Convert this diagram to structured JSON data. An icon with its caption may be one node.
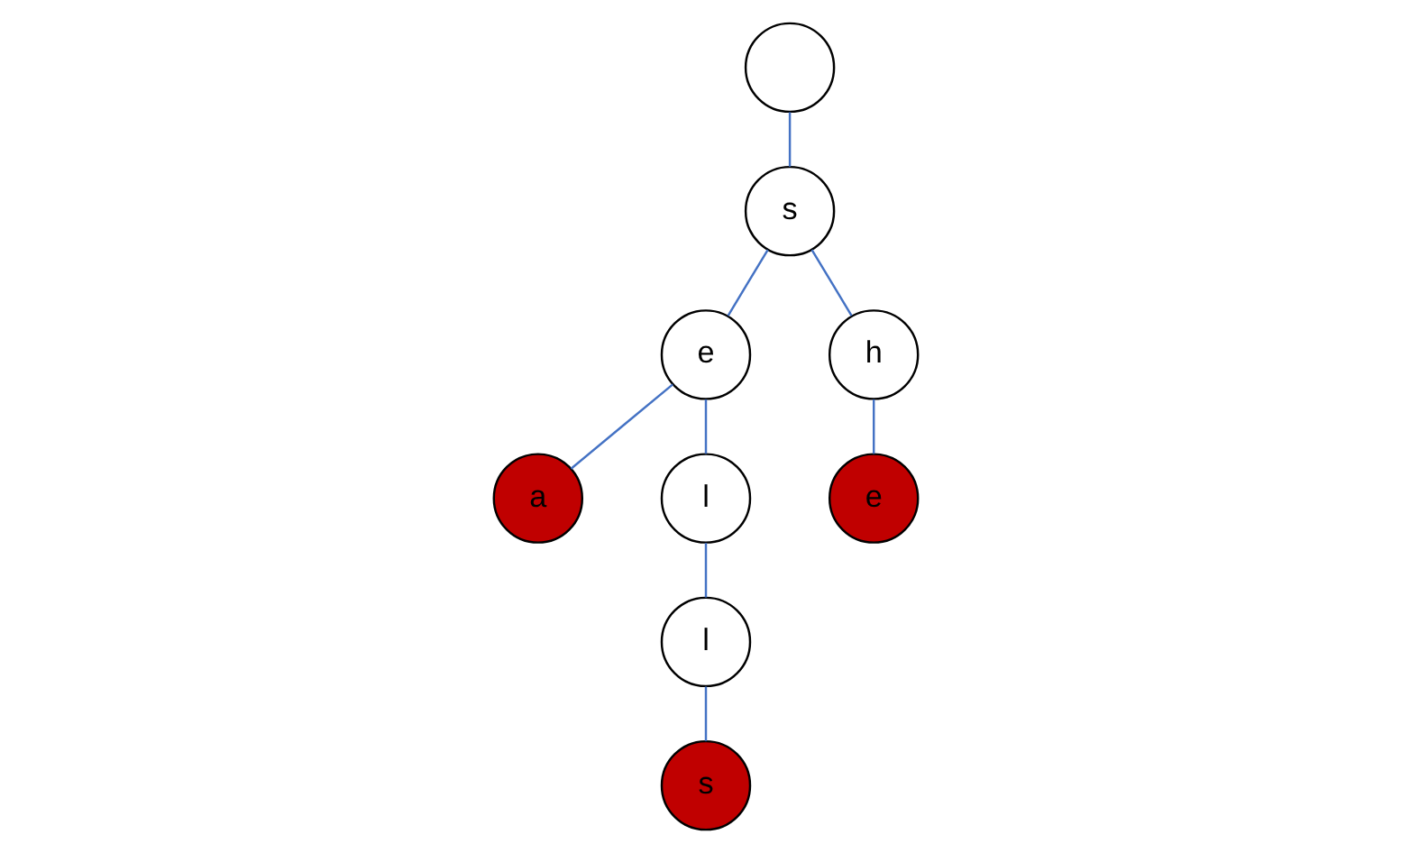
{
  "diagram": {
    "nodes": [
      {
        "text": [],
        "shape": "circle"
      },
      {
        "text": [
          "s"
        ]
      },
      {
        "text": [
          "e"
        ]
      },
      {
        "text": [
          "h"
        ]
      },
      {
        "text": [
          "a"
        ]
      },
      {
        "text": [
          "l"
        ]
      },
      {
        "text": [
          "e"
        ]
      },
      {
        "text": [
          "l"
        ]
      },
      {
        "text": [
          "s"
        ]
      }
    ],
    "edges": [
      {
        "from": 0,
        "to": 1,
        "arrow": "none"
      },
      {
        "from": 1,
        "to": 2,
        "arrow": "none"
      },
      {
        "from": 1,
        "to": 3,
        "arrow": "none"
      },
      {
        "from": 2,
        "to": 4,
        "arrow": "none"
      },
      {
        "from": 2,
        "to": 5,
        "arrow": "none"
      },
      {
        "from": 3,
        "to": 6,
        "arrow": "none"
      },
      {
        "from": 5,
        "to": 7,
        "arrow": "none"
      },
      {
        "from": 7,
        "to": 8,
        "arrow": "none"
      }
    ]
  }
}
